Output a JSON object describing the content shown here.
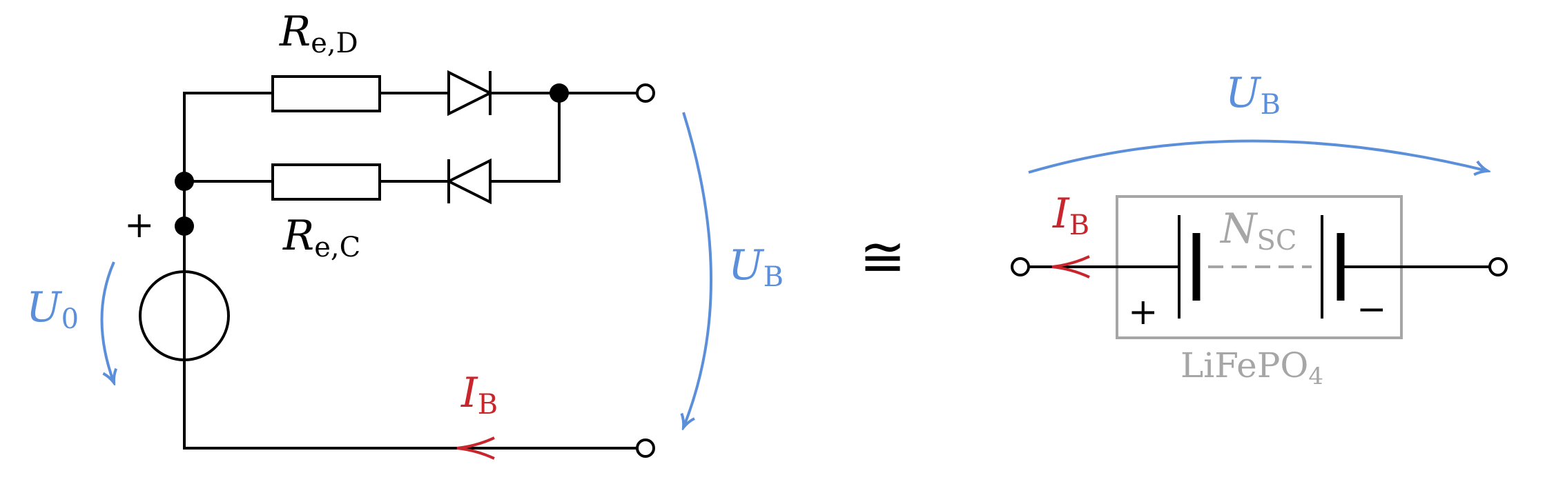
{
  "colors": {
    "voltage": "#5b8fda",
    "current": "#c8262c",
    "battery_box": "#a6a6a6",
    "wire": "#000000"
  },
  "labels": {
    "resistor_discharge": {
      "main": "R",
      "sub": "e,D"
    },
    "resistor_charge": {
      "main": "R",
      "sub": "e,C"
    },
    "source_voltage": {
      "main": "U",
      "sub": "0"
    },
    "source_plus": "+",
    "terminal_voltage_left": {
      "main": "U",
      "sub": "B"
    },
    "current_left": {
      "main": "I",
      "sub": "B"
    },
    "equivalence_symbol": "≅",
    "terminal_voltage_right": {
      "main": "U",
      "sub": "B"
    },
    "current_right": {
      "main": "I",
      "sub": "B"
    },
    "cell_count": {
      "main": "N",
      "sub": "SC"
    },
    "battery_plus": "+",
    "battery_minus": "−",
    "battery_chemistry": {
      "main": "LiFePO",
      "sub": "4"
    }
  }
}
